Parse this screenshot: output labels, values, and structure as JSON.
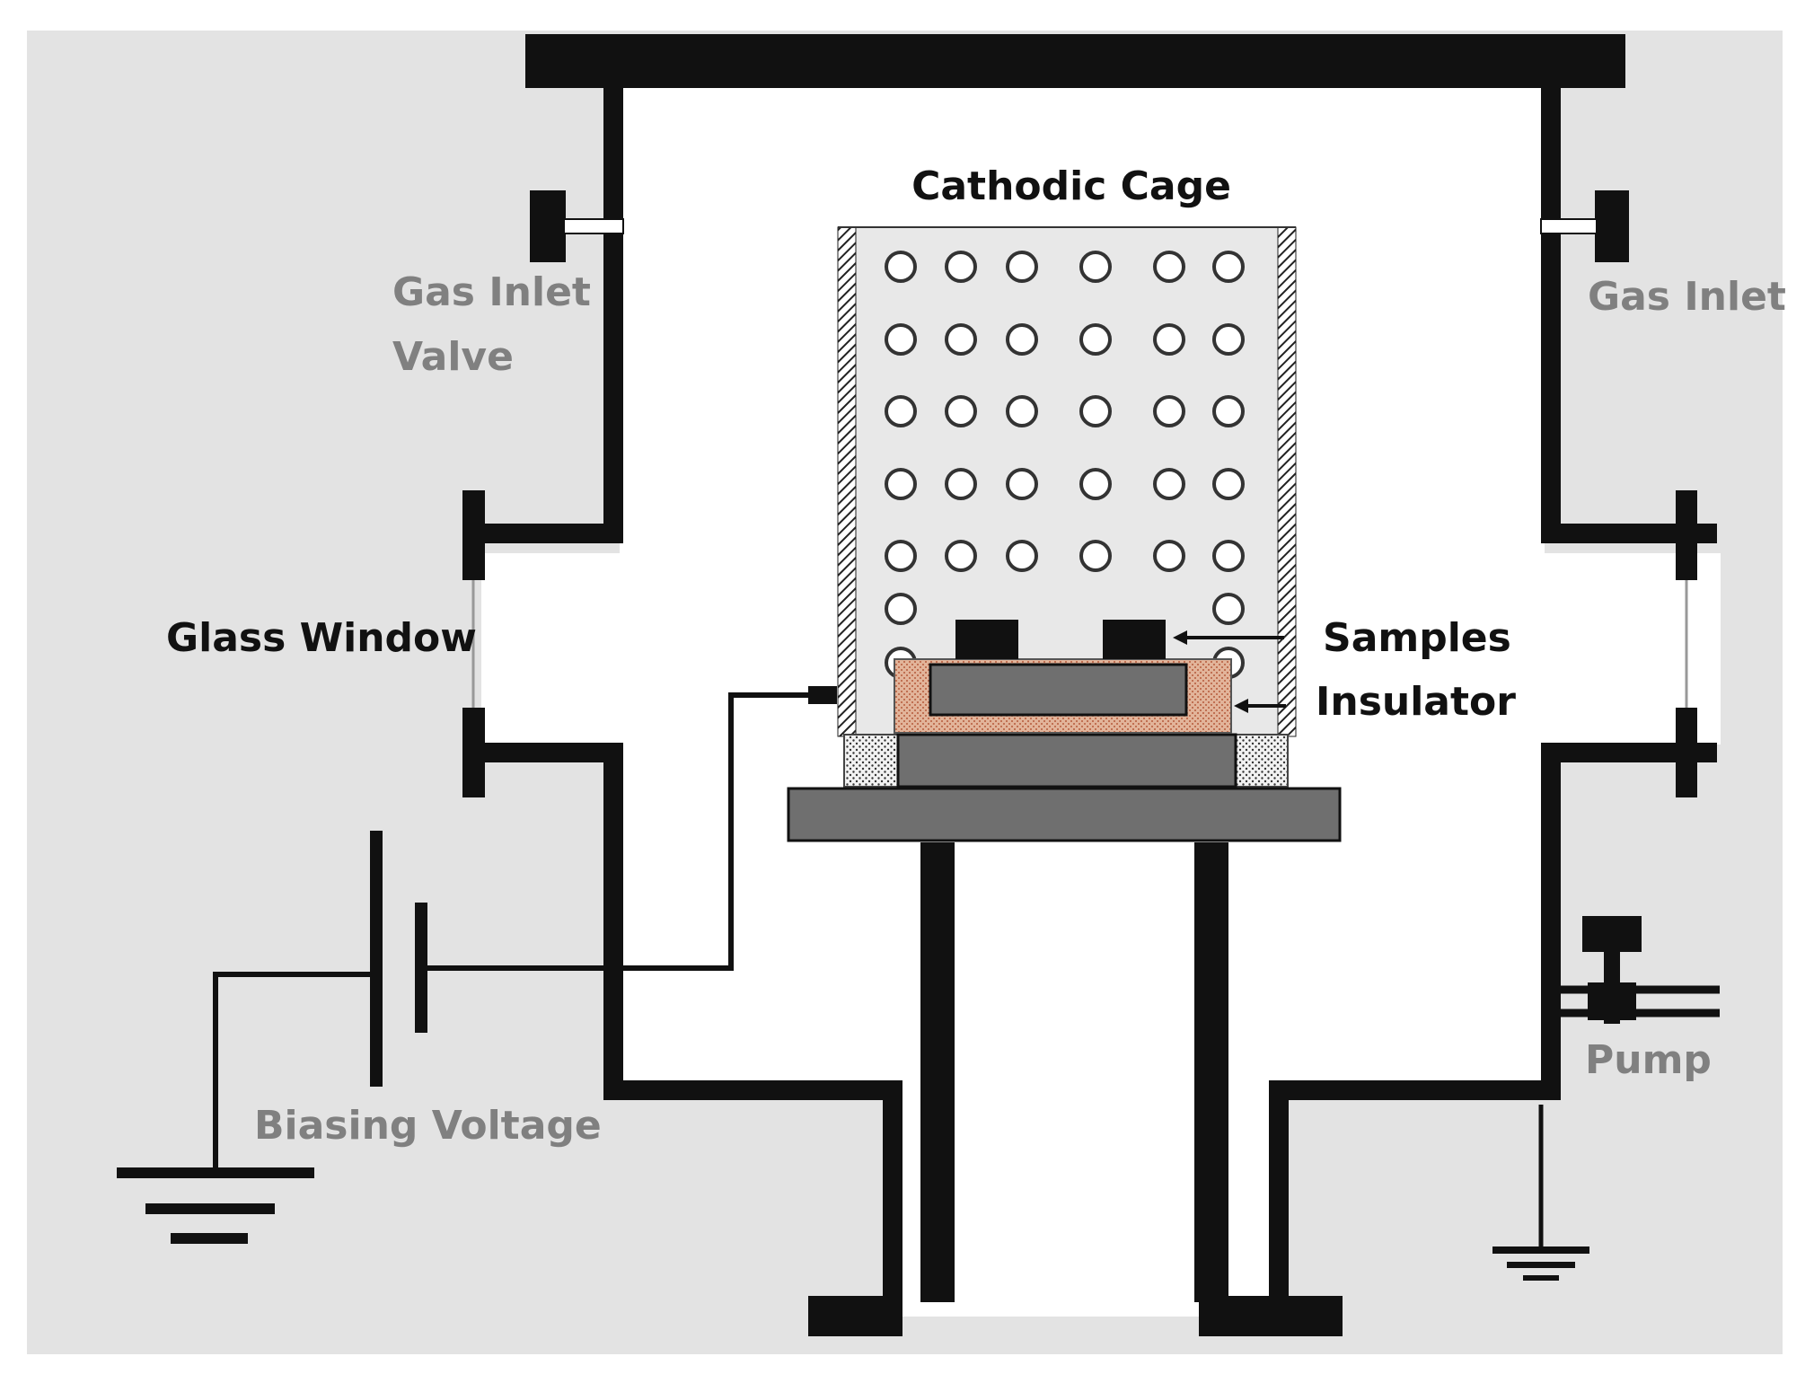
{
  "labels": {
    "cathodic_cage": "Cathodic Cage",
    "gas_inlet_valve_line1": "Gas Inlet",
    "gas_inlet_valve_line2": "Valve",
    "gas_inlet": "Gas Inlet",
    "glass_window": "Glass Window",
    "samples": "Samples",
    "insulator": "Insulator",
    "pump": "Pump",
    "biasing_voltage": "Biasing Voltage"
  },
  "colors": {
    "background": "#e3e3e3",
    "chamber_wall": "#111111",
    "chamber_interior": "#ffffff",
    "cage_fill": "#e8e8e8",
    "holder": "#6f6f6f",
    "insulator_fill": "#e2b49a",
    "label_black": "#111111",
    "label_gray": "#808080"
  },
  "icons": [
    "ground-symbol-icon",
    "battery-symbol-icon",
    "valve-icon"
  ]
}
